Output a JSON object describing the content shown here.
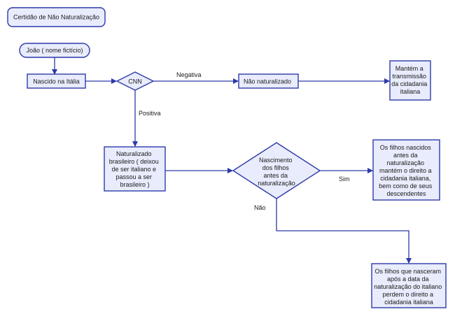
{
  "diagram": {
    "title": "Certidão de Não Naturalização",
    "start": "João ( nome fictício)",
    "born": "Nascido na Itália",
    "decision_cnn": "CNN",
    "not_naturalized": "Não naturalizado",
    "keeps_transmission": [
      "Mantém a",
      "transmissão",
      "da cidadania",
      "italiana"
    ],
    "naturalized": [
      "Naturalizado",
      "brasileiro ( deixou",
      "de ser italiano e",
      "passou a ser",
      "brasileiro )"
    ],
    "decision_birth": [
      "Nascimento",
      "dos filhos",
      "antes da",
      "naturalização"
    ],
    "children_before": [
      "Os filhos nascidos",
      "antes da",
      "naturalização",
      "mantém o direito a",
      "cidadania italiana,",
      "bem como de seus",
      "descendentes"
    ],
    "children_after": [
      "Os filhos que nasceram",
      "após a data da",
      "naturalização do italiano",
      "perdem o direito a",
      "cidadania italiana"
    ],
    "edges": {
      "negativa": "Negativa",
      "positiva": "Positiva",
      "sim": "Sim",
      "nao": "Não"
    }
  },
  "colors": {
    "fill": "#e8ecfc",
    "stroke": "#2e3aa8"
  }
}
